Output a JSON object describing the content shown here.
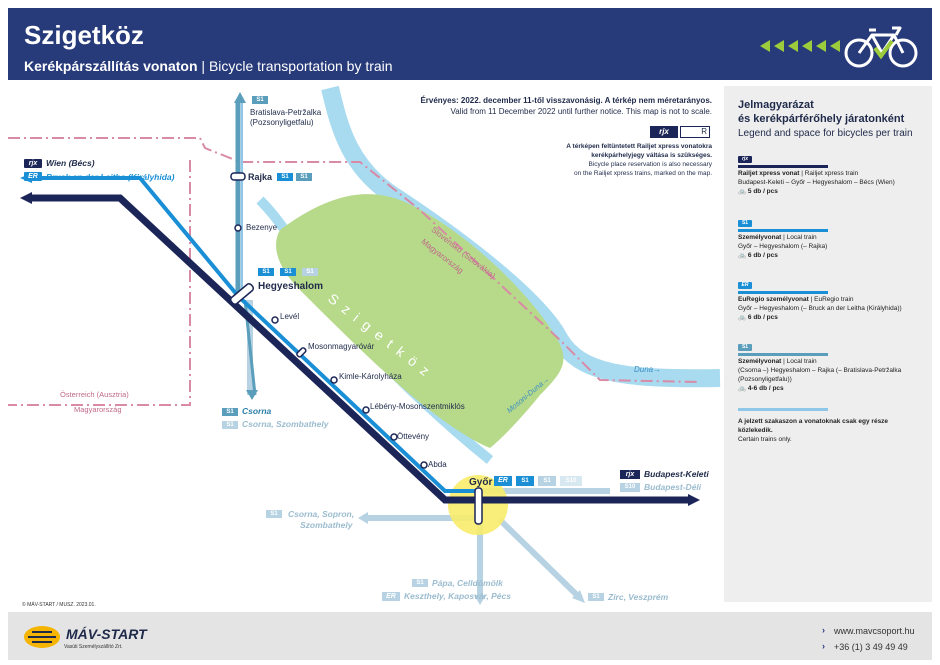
{
  "header": {
    "title": "Szigetköz",
    "subtitle_bold": "Kerékpárszállítás vonaton",
    "subtitle_sep": " | ",
    "subtitle_rest": "Bicycle transportation by train"
  },
  "validity": {
    "line1": "Érvényes: 2022. december 11-től visszavonásig. A térkép nem méretarányos.",
    "line2": "Valid from 11 December 2022 until further notice. This map is not to scale."
  },
  "rjx_note": {
    "logo": "rjx",
    "bike_r": "R",
    "line1": "A térképen feltüntetett Railjet xpress vonatokra",
    "line2": "kerékpárhelyjegy váltása is szükséges.",
    "line3": "Bicycle place reservation is also necessary",
    "line4": "on the Railjet xpress trains, marked on the map."
  },
  "map": {
    "region_name": "S z i g e t k ö z",
    "border_sk_1": "Slovensko (Szlovákia)",
    "border_sk_2": "Magyarország",
    "border_at_1": "Österreich (Ausztria)",
    "border_at_2": "Magyarország",
    "river_duna": "Duna→",
    "river_mosoni": "Mosoni-Duna→",
    "stations": {
      "bratislava_1": "Bratislava-Petržalka",
      "bratislava_2": "(Pozsonyligetfalu)",
      "rajka": "Rajka",
      "bezenye": "Bezenye",
      "hegyeshalom": "Hegyeshalom",
      "level": "Levél",
      "mosonmagyarovar": "Mosonmagyaróvár",
      "kimle": "Kimle-Károlyháza",
      "lebeny": "Lébény-Mosonszentmiklós",
      "ottevény": "Öttevény",
      "abda": "Abda",
      "gyor": "Győr"
    },
    "destinations": {
      "wien": "Wien (Bécs)",
      "bruck": "Bruck an der Leitha (Királyhida)",
      "csorna": "Csorna",
      "csorna_szombathely": "Csorna, Szombathely",
      "budapest_keleti": "Budapest-Keleti",
      "budapest_deli": "Budapest-Déli",
      "csorna_sopron_1": "Csorna, Sopron,",
      "csorna_sopron_2": "Szombathely",
      "papa": "Pápa, Celldömölk",
      "keszthely": "Keszthely, Kaposvár, Pécs",
      "zirc": "Zirc, Veszprém"
    },
    "badges": {
      "s1": "S1",
      "s10": "S10",
      "er": "ER",
      "rjx": "rjx"
    }
  },
  "legend": {
    "heading_1": "Jelmagyarázat",
    "heading_2": "és kerékpárférőhely járatonként",
    "heading_en": "Legend and space for bicycles per train",
    "items": [
      {
        "title": "Railjet xpress vonat",
        "title_en": "Railjet xpress train",
        "route": "Budapest-Keleti – Győr – Hegyeshalom – Bécs (Wien)",
        "capacity": "5 db / pcs",
        "badge": "rjx",
        "color": "#1c2557"
      },
      {
        "title": "Személyvonat",
        "title_en": "Local train",
        "route": "Győr – Hegyeshalom (– Rajka)",
        "capacity": "6 db / pcs",
        "badge": "S1",
        "color": "#1a8fd6"
      },
      {
        "title": "EuRegio személyvonat",
        "title_en": "EuRegio train",
        "route": "Győr – Hegyeshalom (– Bruck an der Leitha (Királyhida))",
        "capacity": "6 db / pcs",
        "badge": "ER",
        "color": "#1a8fd6"
      },
      {
        "title": "Személyvonat",
        "title_en": "Local train",
        "route": "(Csorna –) Hegyeshalom – Rajka (– Bratislava-Petržalka (Pozsonyligetfalu))",
        "capacity": "4-6 db / pcs",
        "badge": "S1",
        "color": "#5a9ebc"
      },
      {
        "title": "A jelzett szakaszon a vonatoknak csak egy része közlekedik.",
        "title_en": "Certain trains only.",
        "route": "",
        "capacity": "",
        "badge": "",
        "color": "#8ec7e8"
      }
    ]
  },
  "footer": {
    "logo": "MÁV-START",
    "logo_sub": "Vasúti Személyszállító Zrt.",
    "website": "www.mavcsoport.hu",
    "phone": "+36 (1) 3 49 49 49"
  },
  "copyright": "© MÁV-START / MUSZ. 2023.01.",
  "colors": {
    "header_bg": "#273a7a",
    "rjx_line": "#1c2557",
    "local_line": "#1a8fd6",
    "light_line": "#b7d3e3",
    "szigetkoz_area": "#b6d98a",
    "river": "#a9dbf0",
    "border": "#d88aa6",
    "gyor_highlight": "#f7ec6a",
    "accent_green": "#9ccc3c"
  }
}
